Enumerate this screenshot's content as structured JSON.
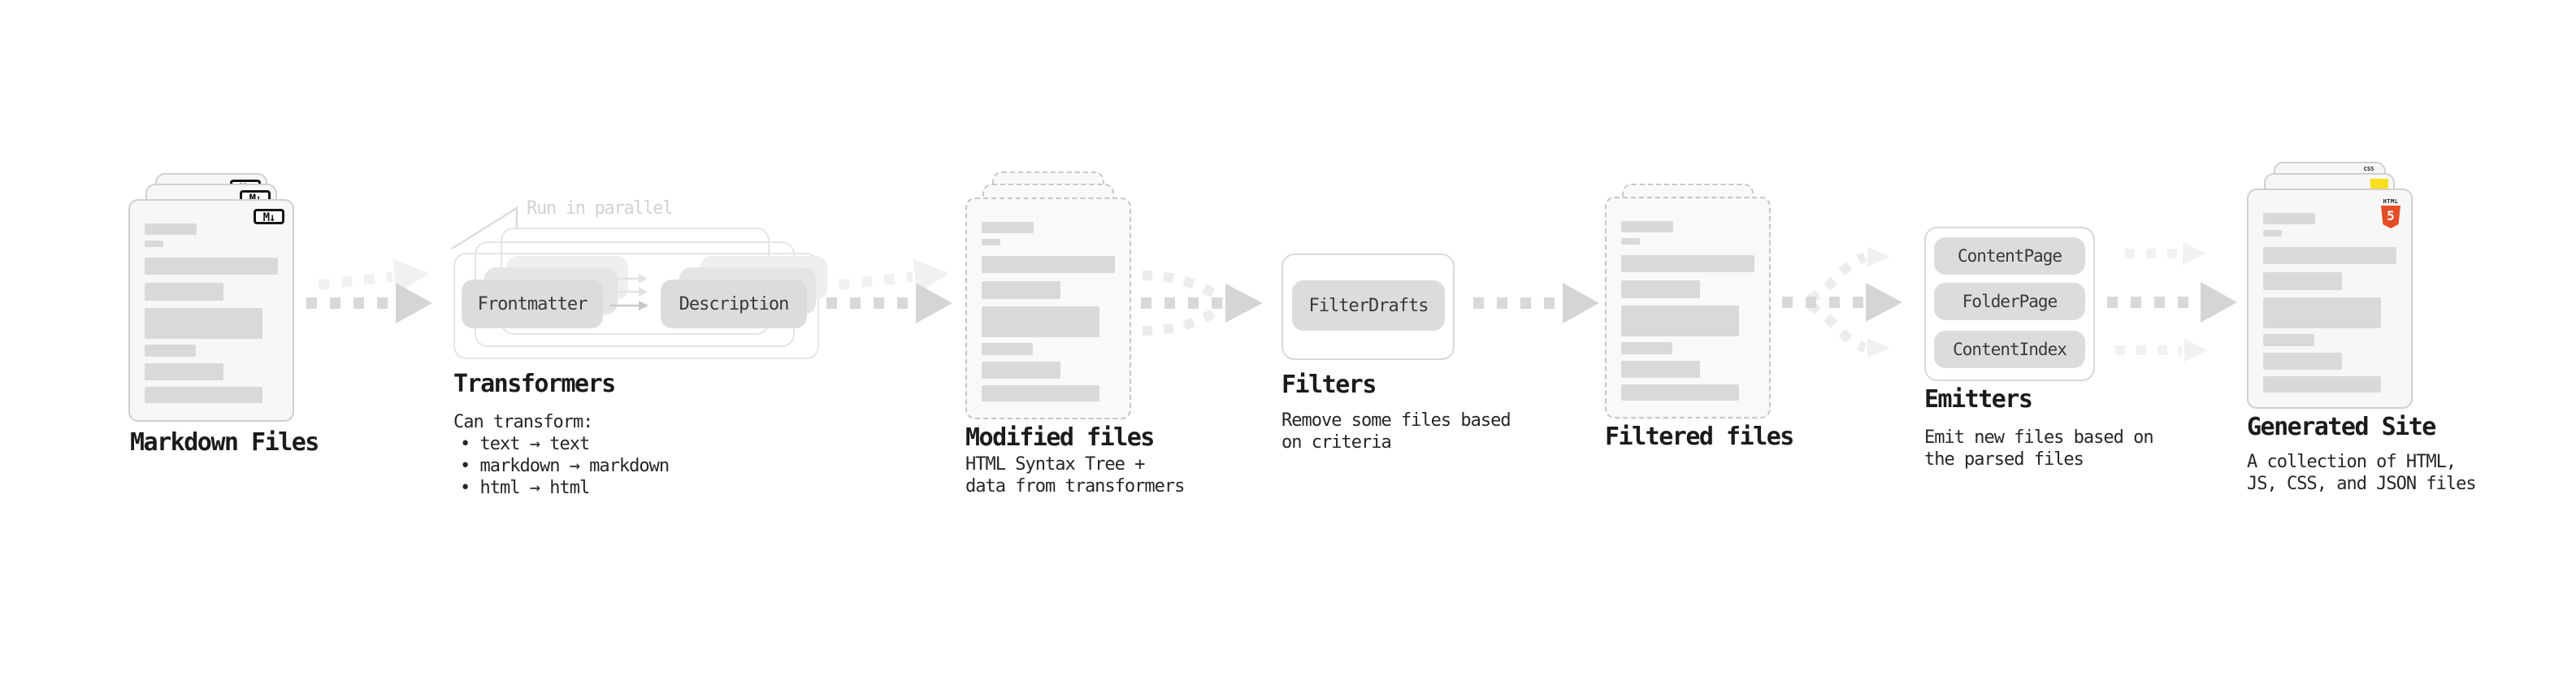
{
  "stages": {
    "markdown": {
      "title": "Markdown Files",
      "badge": "M↓"
    },
    "transformers": {
      "title": "Transformers",
      "annotation": "Run in parallel",
      "chip_left": "Frontmatter",
      "chip_right": "Description",
      "caption_heading": "Can transform:",
      "bullets": [
        "• text → text",
        "• markdown → markdown",
        "• html → html"
      ]
    },
    "modified": {
      "title": "Modified files",
      "caption_line1": "HTML Syntax Tree +",
      "caption_line2": "data from transformers"
    },
    "filters": {
      "title": "Filters",
      "chip": "FilterDrafts",
      "caption_line1": "Remove some files based",
      "caption_line2": "on criteria"
    },
    "filtered": {
      "title": "Filtered files"
    },
    "emitters": {
      "title": "Emitters",
      "chips": [
        "ContentPage",
        "FolderPage",
        "ContentIndex"
      ],
      "caption_line1": "Emit new files based on",
      "caption_line2": "the parsed files"
    },
    "generated": {
      "title": "Generated Site",
      "caption_line1": "A collection of HTML,",
      "caption_line2": "JS, CSS, and JSON files",
      "css_badge": "CSS",
      "html_badge_word": "HTML",
      "html_badge_number": "5"
    }
  },
  "colors": {
    "html5_orange": "#e44d26",
    "js_yellow": "#f7df1e",
    "css_blue": "#2962f1",
    "card_fill": "#f7f7f7",
    "placeholder_gray": "#d9d9d9",
    "arrow_dark": "#d6d6d6",
    "arrow_light": "#f0f0f0",
    "annotation_gray": "#d2d2d2"
  }
}
